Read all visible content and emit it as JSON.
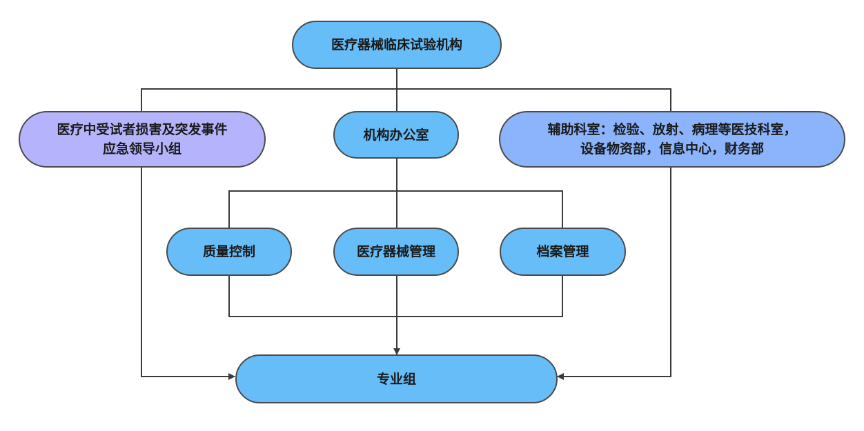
{
  "title": "医疗器械临床试验机构组织架构",
  "colors": {
    "node_blue": "#66bdf8",
    "node_purple": "#b5b3fb",
    "node_light_blue": "#8cb4fc",
    "line": "#3a3a3a"
  },
  "nodes": {
    "root": {
      "lines": [
        "医疗器械临床试验机构"
      ]
    },
    "emergency_group": {
      "lines": [
        "医疗中受试者损害及突发事件",
        "应急领导小组"
      ]
    },
    "office": {
      "lines": [
        "机构办公室"
      ]
    },
    "support_depts": {
      "lines": [
        "辅助科室：检验、放射、病理等医技科室，",
        "设备物资部，信息中心，财务部"
      ]
    },
    "quality_control": {
      "lines": [
        "质量控制"
      ]
    },
    "device_management": {
      "lines": [
        "医疗器械管理"
      ]
    },
    "archive_management": {
      "lines": [
        "档案管理"
      ]
    },
    "specialty_group": {
      "lines": [
        "专业组"
      ]
    }
  },
  "edges": [
    {
      "from": "医疗器械临床试验机构",
      "to": "医疗中受试者损害及突发事件应急领导小组"
    },
    {
      "from": "医疗器械临床试验机构",
      "to": "机构办公室"
    },
    {
      "from": "医疗器械临床试验机构",
      "to": "辅助科室"
    },
    {
      "from": "机构办公室",
      "to": "质量控制"
    },
    {
      "from": "机构办公室",
      "to": "医疗器械管理"
    },
    {
      "from": "机构办公室",
      "to": "档案管理"
    },
    {
      "from": "质量控制/医疗器械管理/档案管理",
      "to": "专业组"
    },
    {
      "from": "应急领导小组",
      "to": "专业组"
    },
    {
      "from": "辅助科室",
      "to": "专业组"
    }
  ]
}
